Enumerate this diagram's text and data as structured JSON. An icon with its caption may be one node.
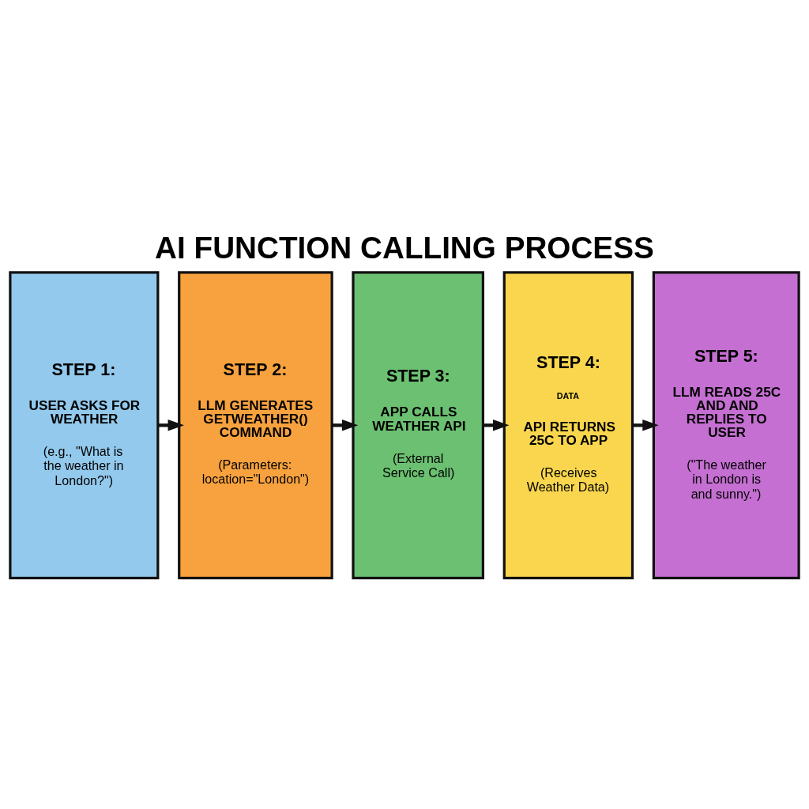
{
  "diagram": {
    "title": "AI FUNCTION CALLING PROCESS",
    "nodes": [
      {
        "text": [
          "STEP 1:",
          "USER ASKS FOR WEATHER",
          "(e.g., \"What is the weather in London?\")"
        ]
      },
      {
        "text": [
          "STEP 2:",
          "LLM GENERATES GETWEATHER() COMMAND",
          "(Parameters: location=\"London\")"
        ]
      },
      {
        "text": [
          "STEP 3:",
          "APP CALLS WEATHER API",
          "(External Service Call)"
        ]
      },
      {
        "text": [
          "STEP 4:",
          "DATA",
          "API RETURNS 25C TO APP",
          "(Receives Weather Data)"
        ]
      },
      {
        "text": [
          "STEP 5:",
          "LLM READS 25C AND AND REPLIES TO USER",
          "(\"The weather in London is and sunny.\")"
        ]
      }
    ],
    "edges": [
      {
        "from": 0,
        "to": 1,
        "arrow": "to"
      },
      {
        "from": 1,
        "to": 2,
        "arrow": "to"
      },
      {
        "from": 2,
        "to": 3,
        "arrow": "to"
      },
      {
        "from": 3,
        "to": 4,
        "arrow": "to"
      }
    ]
  }
}
